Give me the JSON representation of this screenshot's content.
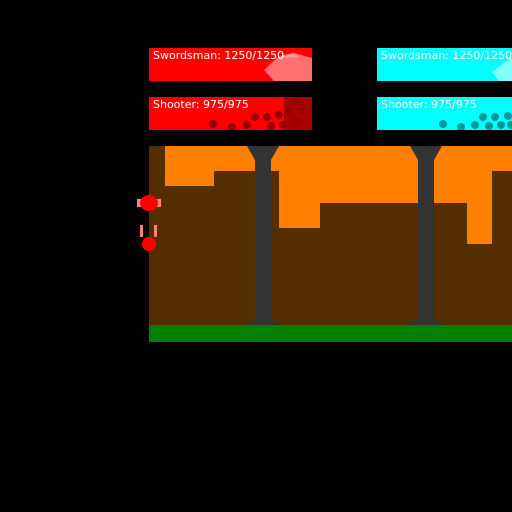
{
  "teams": [
    {
      "color": "#ff0000",
      "cards": [
        {
          "unit": "Swordsman",
          "hp_label": "Swordsman: 1250/1250",
          "hp": 1250,
          "hp_max": 1250,
          "icon": "sword-icon"
        },
        {
          "unit": "Shooter",
          "hp_label": "Shooter: 975/975",
          "hp": 975,
          "hp_max": 975,
          "icon": "bullets-icon"
        }
      ]
    },
    {
      "color": "#00ffff",
      "cards": [
        {
          "unit": "Swordsman",
          "hp_label": "Swordsman: 1250/1250",
          "hp": 1250,
          "hp_max": 1250,
          "icon": "sword-icon"
        },
        {
          "unit": "Shooter",
          "hp_label": "Shooter: 975/975",
          "hp": 975,
          "hp_max": 975,
          "icon": "bullets-icon"
        }
      ]
    }
  ],
  "arena": {
    "sky_color": "#ff8000",
    "building_color": "#552e00",
    "ground_color": "#008000",
    "pillar_color": "#333333"
  },
  "units": {
    "swordsman_color": "#ff0000",
    "shooter_color": "#ff0000"
  }
}
